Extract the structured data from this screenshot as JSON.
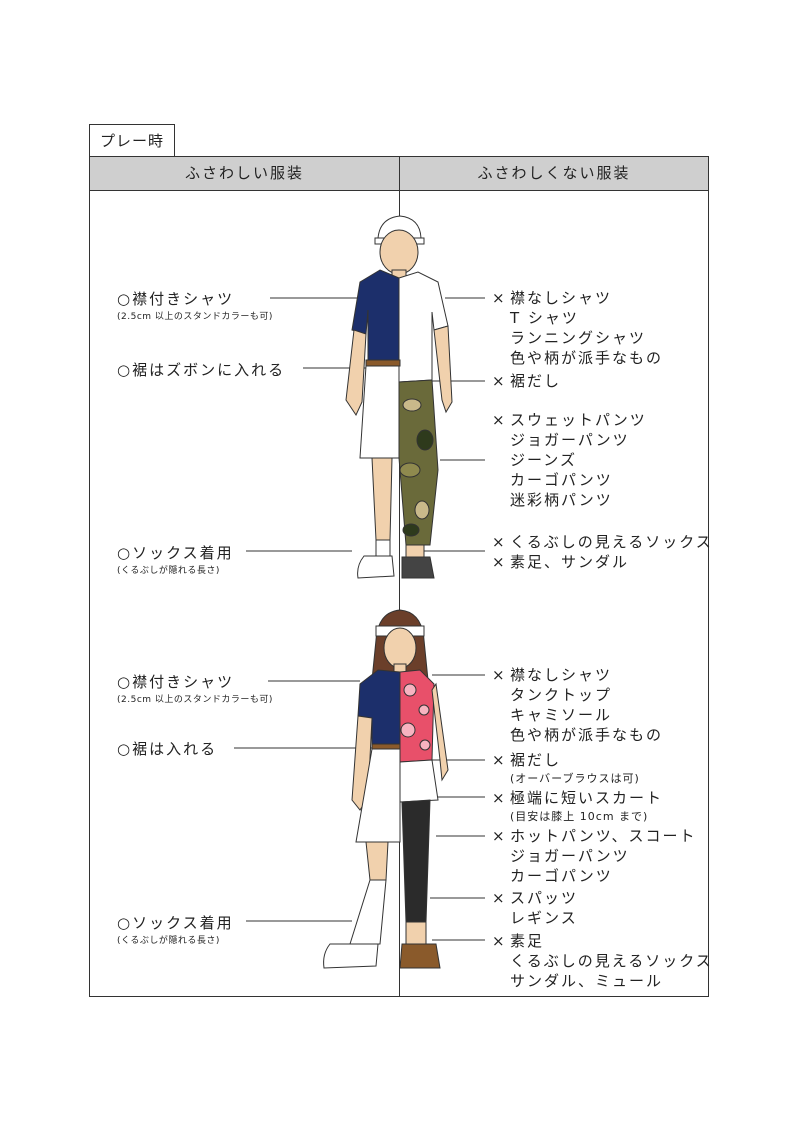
{
  "tab": "プレー時",
  "header": {
    "left": "ふさわしい服装",
    "right": "ふさわしくない服装"
  },
  "male": {
    "left": [
      {
        "mark": "○",
        "text": "襟付きシャツ",
        "sub": "(2.5cm 以上のスタンドカラーも可)"
      },
      {
        "mark": "○",
        "text": "裾はズボンに入れる"
      },
      {
        "mark": "○",
        "text": "ソックス着用",
        "sub": "(くるぶしが隠れる長さ)"
      }
    ],
    "right": [
      {
        "mark": "×",
        "lines": [
          "襟なしシャツ",
          "T シャツ",
          "ランニングシャツ",
          "色や柄が派手なもの"
        ]
      },
      {
        "mark": "×",
        "lines": [
          "裾だし"
        ]
      },
      {
        "mark": "×",
        "lines": [
          "スウェットパンツ",
          "ジョガーパンツ",
          "ジーンズ",
          "カーゴパンツ",
          "迷彩柄パンツ"
        ]
      },
      {
        "mark": "×",
        "lines": [
          "くるぶしの見えるソックス"
        ]
      },
      {
        "mark": "×",
        "lines": [
          "素足、サンダル"
        ]
      }
    ]
  },
  "female": {
    "left": [
      {
        "mark": "○",
        "text": "襟付きシャツ",
        "sub": "(2.5cm 以上のスタンドカラーも可)"
      },
      {
        "mark": "○",
        "text": "裾は入れる"
      },
      {
        "mark": "○",
        "text": "ソックス着用",
        "sub": "(くるぶしが隠れる長さ)"
      }
    ],
    "right": [
      {
        "mark": "×",
        "lines": [
          "襟なしシャツ",
          "タンクトップ",
          "キャミソール",
          "色や柄が派手なもの"
        ]
      },
      {
        "mark": "×",
        "lines": [
          "裾だし"
        ],
        "sub": "(オーバーブラウスは可)"
      },
      {
        "mark": "×",
        "lines": [
          "極端に短いスカート"
        ],
        "sub": "(目安は膝上 10cm まで)"
      },
      {
        "mark": "×",
        "lines": [
          "ホットパンツ、スコート",
          "ジョガーパンツ",
          "カーゴパンツ"
        ]
      },
      {
        "mark": "×",
        "lines": [
          "スパッツ",
          "レギンス"
        ]
      },
      {
        "mark": "×",
        "lines": [
          "素足",
          "くるぶしの見えるソックス",
          "サンダル、ミュール"
        ]
      }
    ]
  },
  "colors": {
    "navy": "#1c2f6b",
    "header_gray": "#cfcfcf",
    "skin": "#f1d1ad",
    "legging": "#2b2b2b"
  }
}
